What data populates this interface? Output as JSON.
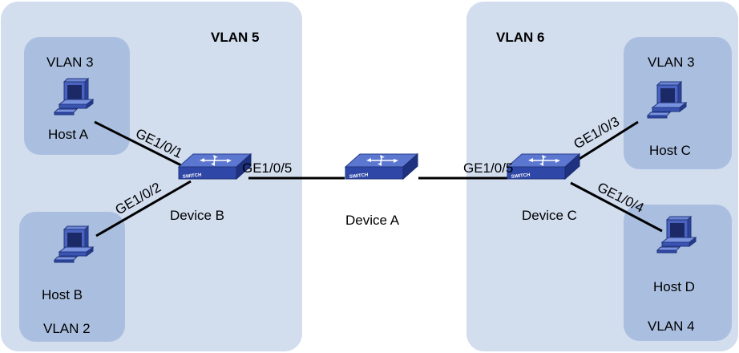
{
  "colors": {
    "region_fill": "#d2ddee",
    "host_box_fill": "#aabfe0",
    "link": "#000000",
    "switch_face": "#3a52b4",
    "switch_side": "#243a8c",
    "host_blue": "#3c56b8"
  },
  "regions": {
    "left": {
      "title": "VLAN 5"
    },
    "right": {
      "title": "VLAN 6"
    }
  },
  "host_groups": {
    "a": {
      "vlan": "VLAN 3",
      "host": "Host A"
    },
    "b": {
      "vlan": "VLAN 2",
      "host": "Host B"
    },
    "c": {
      "vlan": "VLAN 3",
      "host": "Host C"
    },
    "d": {
      "vlan": "VLAN 4",
      "host": "Host D"
    }
  },
  "devices": {
    "a": {
      "name": "Device A",
      "badge": "SWITCH",
      "icon": "switch-icon"
    },
    "b": {
      "name": "Device B",
      "badge": "SWITCH",
      "icon": "switch-icon"
    },
    "c": {
      "name": "Device C",
      "badge": "SWITCH",
      "icon": "switch-icon"
    }
  },
  "ports": {
    "b_host_a": "GE1/0/1",
    "b_host_b": "GE1/0/2",
    "b_uplink": "GE1/0/5",
    "c_uplink": "GE1/0/5",
    "c_host_c": "GE1/0/3",
    "c_host_d": "GE1/0/4"
  }
}
